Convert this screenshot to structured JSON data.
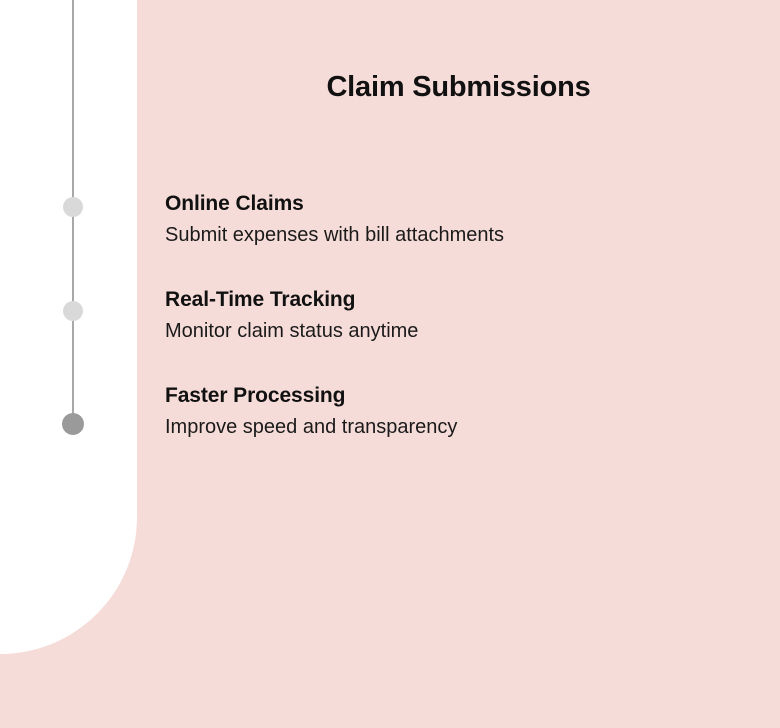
{
  "slide": {
    "background_color": "#f6dcd8",
    "panel_color": "#ffffff",
    "title": "Claim Submissions"
  },
  "timeline": {
    "rail_color": "#a8a8a8",
    "markers": [
      {
        "name": "marker-online-claims",
        "color": "#d9d9d9",
        "state": "inactive"
      },
      {
        "name": "marker-real-time-tracking",
        "color": "#d9d9d9",
        "state": "inactive"
      },
      {
        "name": "marker-faster-processing",
        "color": "#9a9a9a",
        "state": "active"
      }
    ]
  },
  "features": [
    {
      "title": "Online Claims",
      "description": "Submit expenses with bill attachments"
    },
    {
      "title": "Real-Time Tracking",
      "description": "Monitor claim status anytime"
    },
    {
      "title": "Faster Processing",
      "description": "Improve speed and transparency"
    }
  ]
}
